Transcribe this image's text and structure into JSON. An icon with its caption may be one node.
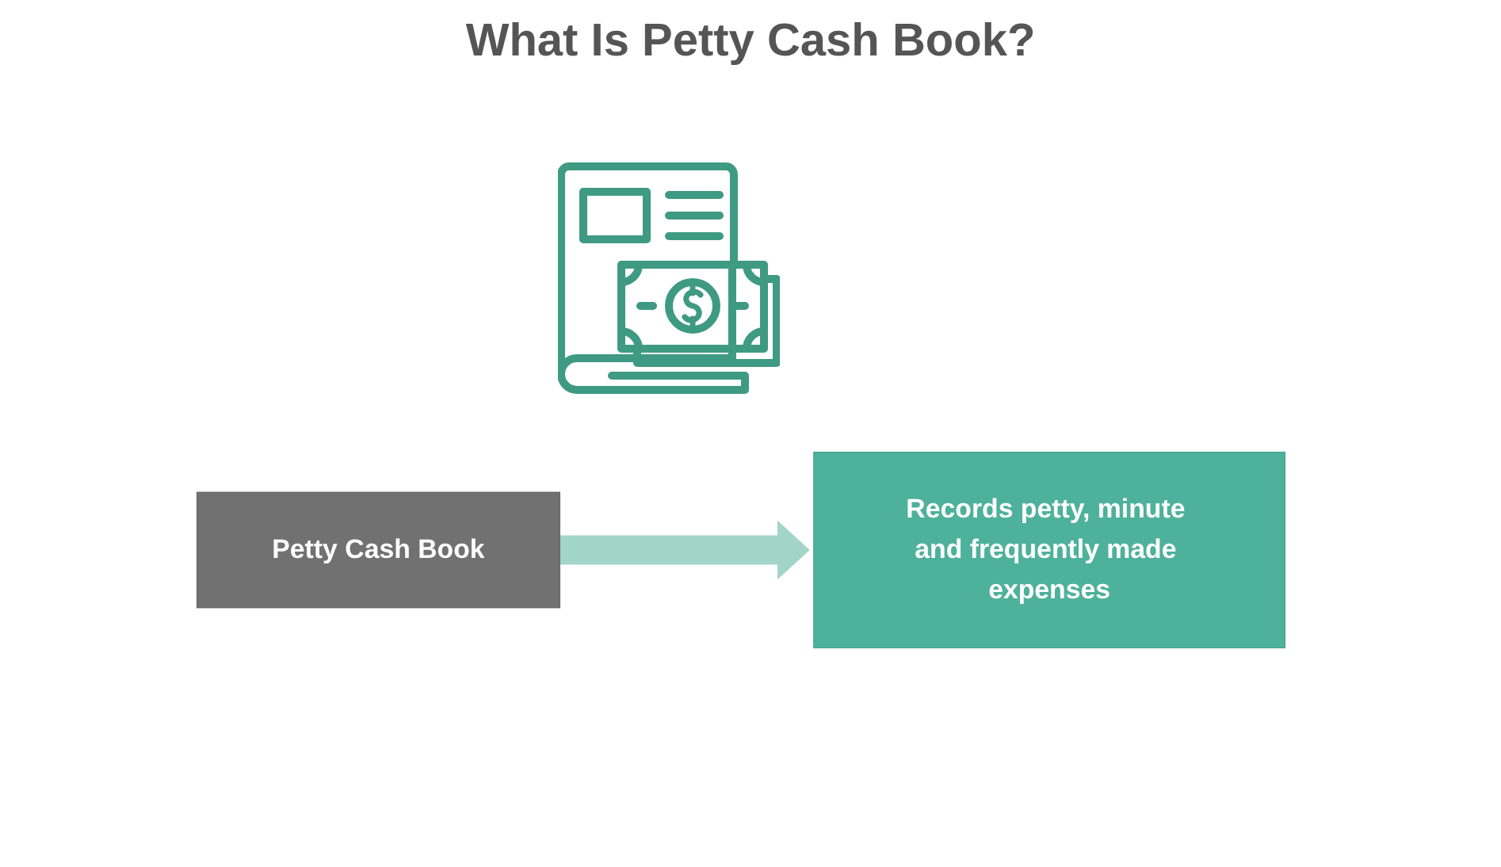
{
  "diagram": {
    "title": "What Is Petty Cash Book?",
    "nodes": [
      {
        "text": [
          "Petty Cash Book"
        ]
      },
      {
        "text": [
          "Records petty, minute and frequently made expenses"
        ]
      }
    ],
    "edges": [
      {
        "from": 0,
        "to": 1,
        "arrow": "to",
        "color": "#a3d4c8"
      }
    ]
  }
}
